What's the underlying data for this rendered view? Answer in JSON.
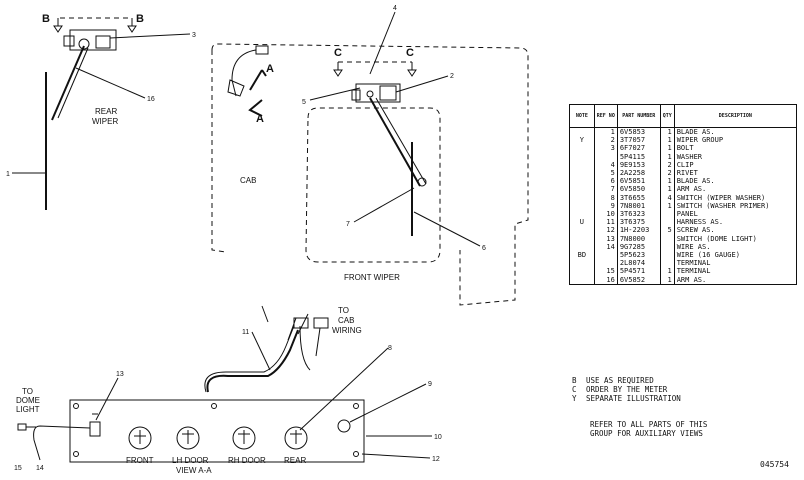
{
  "labels": {
    "rear_wiper": [
      "REAR",
      "WIPER"
    ],
    "cab": "CAB",
    "front_wiper": "FRONT  WIPER",
    "to_cab_wiring": [
      "TO",
      "CAB",
      "WIRING"
    ],
    "to_dome_light": [
      "TO",
      "DOME",
      "LIGHT"
    ],
    "view": "VIEW A-A",
    "section_b": "B",
    "section_c": "C",
    "section_a": "A",
    "switch_labels": [
      "FRONT",
      "LH DOOR",
      "RH DOOR",
      "REAR"
    ]
  },
  "callouts": [
    "1",
    "2",
    "3",
    "4",
    "5",
    "6",
    "7",
    "8",
    "9",
    "10",
    "11",
    "12",
    "13",
    "14",
    "15",
    "16"
  ],
  "table": {
    "headers": [
      "NOTE",
      "REF NO",
      "PART NUMBER",
      "QTY",
      "DESCRIPTION"
    ],
    "rows": [
      {
        "note": "",
        "ref": "1",
        "part": "6V5853",
        "qty": "1",
        "desc": "BLADE AS."
      },
      {
        "note": "Y",
        "ref": "2",
        "part": "3T7057",
        "qty": "1",
        "desc": "WIPER GROUP"
      },
      {
        "note": "",
        "ref": "3",
        "part": "6F7027",
        "qty": "1",
        "desc": "BOLT"
      },
      {
        "note": "",
        "ref": "",
        "part": "5P4115",
        "qty": "1",
        "desc": "WASHER"
      },
      {
        "note": "",
        "ref": "4",
        "part": "9E9153",
        "qty": "2",
        "desc": "CLIP"
      },
      {
        "note": "",
        "ref": "5",
        "part": "2A2258",
        "qty": "2",
        "desc": "RIVET"
      },
      {
        "note": "",
        "ref": "6",
        "part": "6V5851",
        "qty": "1",
        "desc": "BLADE AS."
      },
      {
        "note": "",
        "ref": "7",
        "part": "6V5850",
        "qty": "1",
        "desc": "ARM AS."
      },
      {
        "note": "",
        "ref": "8",
        "part": "3T6655",
        "qty": "4",
        "desc": "SWITCH (WIPER WASHER)"
      },
      {
        "note": "",
        "ref": "9",
        "part": "7N8001",
        "qty": "1",
        "desc": "SWITCH (WASHER PRIMER)"
      },
      {
        "note": "",
        "ref": "10",
        "part": "3T6323",
        "qty": "",
        "desc": "PANEL"
      },
      {
        "note": "U",
        "ref": "11",
        "part": "3T6375",
        "qty": "",
        "desc": "HARNESS AS."
      },
      {
        "note": "",
        "ref": "12",
        "part": "1H-2203",
        "qty": "5",
        "desc": "SCREW AS."
      },
      {
        "note": "",
        "ref": "13",
        "part": "7N8000",
        "qty": "",
        "desc": "SWITCH (DOME LIGHT)"
      },
      {
        "note": "",
        "ref": "14",
        "part": "9G7285",
        "qty": "",
        "desc": "WIRE AS."
      },
      {
        "note": "BD",
        "ref": "",
        "part": "5P5623",
        "qty": "",
        "desc": "  WIRE (16 GAUGE)"
      },
      {
        "note": "",
        "ref": "",
        "part": "2L8074",
        "qty": "",
        "desc": "  TERMINAL"
      },
      {
        "note": "",
        "ref": "15",
        "part": "5P4571",
        "qty": "1",
        "desc": "TERMINAL"
      },
      {
        "note": "",
        "ref": "16",
        "part": "6V5852",
        "qty": "1",
        "desc": "ARM AS."
      }
    ]
  },
  "notes": [
    {
      "key": "B",
      "text": "USE AS REQUIRED"
    },
    {
      "key": "C",
      "text": "ORDER BY THE METER"
    },
    {
      "key": "Y",
      "text": "SEPARATE ILLUSTRATION"
    }
  ],
  "refer": [
    "REFER TO ALL PARTS OF THIS",
    "GROUP FOR AUXILIARY VIEWS"
  ],
  "drawing_number": "045754"
}
